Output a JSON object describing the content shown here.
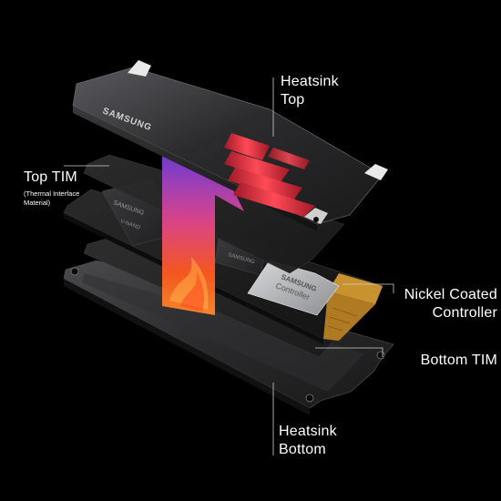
{
  "labels": {
    "heatsink_top": [
      "Heatsink",
      "Top"
    ],
    "top_tim": "Top TIM",
    "top_tim_note": [
      "(Thermal Interface",
      "Material)"
    ],
    "nickel_controller": [
      "Nickel Coated",
      "Controller"
    ],
    "bottom_tim": "Bottom TIM",
    "heatsink_bottom": [
      "Heatsink",
      "Bottom"
    ]
  },
  "chip_text": {
    "heatsink_brand": "SAMSUNG",
    "pcb_brand": "SAMSUNG",
    "nand_left": "V-NAND",
    "dram": "SAMSUNG",
    "controller_brand": "SAMSUNG",
    "controller_name": "Controller"
  },
  "colors": {
    "background": "#000000",
    "label_text": "#ffffff",
    "leader_line": "#cfcfcf",
    "heatsink_metal": "#2b2b2d",
    "heatsink_accent": "#e0313f",
    "pcb": "#1c1c1c",
    "gold_contacts": "#c8922e",
    "tim_pad": "#232323",
    "arrow_top": "#2d3bb8",
    "arrow_bottom": "#ff5a1f"
  },
  "icons": [
    "heat-flow-arrow-icon"
  ]
}
